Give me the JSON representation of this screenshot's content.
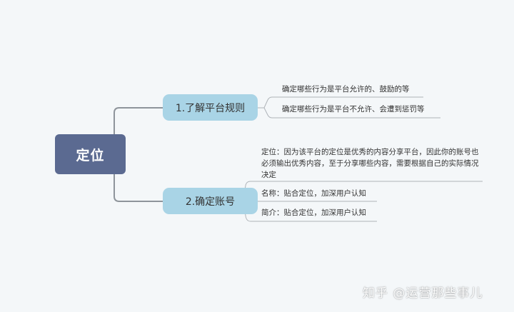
{
  "root": {
    "label": "定位"
  },
  "branches": [
    {
      "label": "1.了解平台规则",
      "leaves": [
        "确定哪些行为是平台允许的、鼓励的等",
        "确定哪些行为是平台不允许、会遭到惩罚等"
      ]
    },
    {
      "label": "2.确定账号",
      "leaves": [
        "定位：因为该平台的定位是优秀的内容分享平台，因此你的账号也必须输出优秀内容，至于分享哪些内容，需要根据自己的实际情况决定",
        "名称：贴合定位，加深用户认知",
        "简介：贴合定位，加深用户认知"
      ]
    }
  ],
  "watermark": "知乎 @运营那些事儿",
  "colors": {
    "root_bg": "#5b6a91",
    "branch_bg": "#a9d4e6",
    "connector": "#8e949b",
    "leaf_line": "#aeb3b8"
  }
}
